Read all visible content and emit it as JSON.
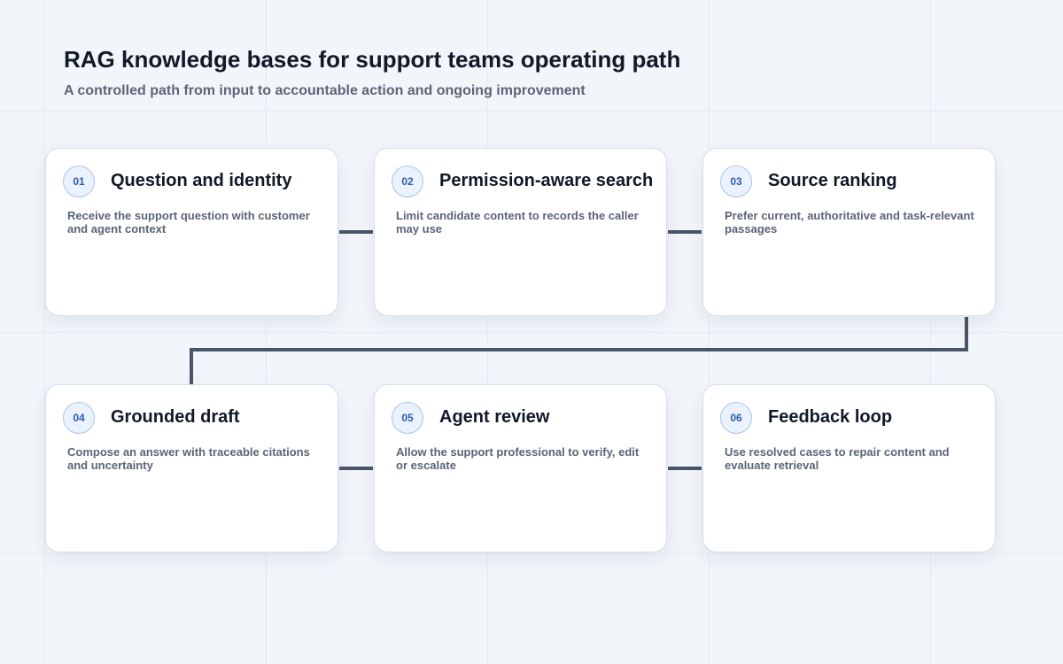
{
  "header": {
    "title": "RAG knowledge bases for support teams operating path",
    "subtitle": "A controlled path from input to accountable action and ongoing improvement"
  },
  "colors": {
    "connector": "#4a5568",
    "badge_text": "#2f5da8",
    "badge_border": "#a9c4ec",
    "card_border": "#d6deea"
  },
  "steps": [
    {
      "number": "01",
      "title": "Question and identity",
      "description": "Receive the support question with customer and agent context"
    },
    {
      "number": "02",
      "title": "Permission-aware search",
      "description": "Limit candidate content to records the caller may use"
    },
    {
      "number": "03",
      "title": "Source ranking",
      "description": "Prefer current, authoritative and task-relevant passages"
    },
    {
      "number": "04",
      "title": "Grounded draft",
      "description": "Compose an answer with traceable citations and uncertainty"
    },
    {
      "number": "05",
      "title": "Agent review",
      "description": "Allow the support professional to verify, edit or escalate"
    },
    {
      "number": "06",
      "title": "Feedback loop",
      "description": "Use resolved cases to repair content and evaluate retrieval"
    }
  ]
}
